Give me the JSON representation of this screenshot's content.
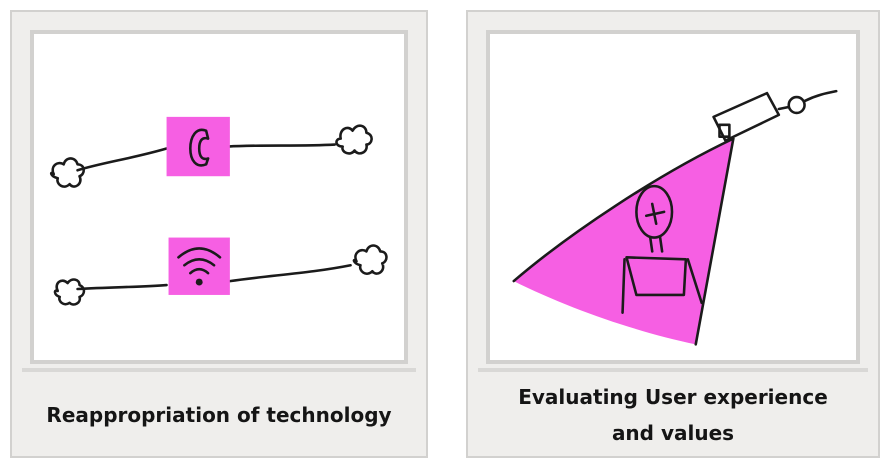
{
  "cards": [
    {
      "caption_lines": [
        "Reappropriation of technology"
      ],
      "icons": [
        "phone-icon",
        "wifi-icon"
      ],
      "accent_color": "#f65fe3"
    },
    {
      "caption_lines": [
        "Evaluating User experience",
        "and values"
      ],
      "icons": [
        "security-camera-icon"
      ],
      "accent_color": "#f65fe3"
    }
  ]
}
